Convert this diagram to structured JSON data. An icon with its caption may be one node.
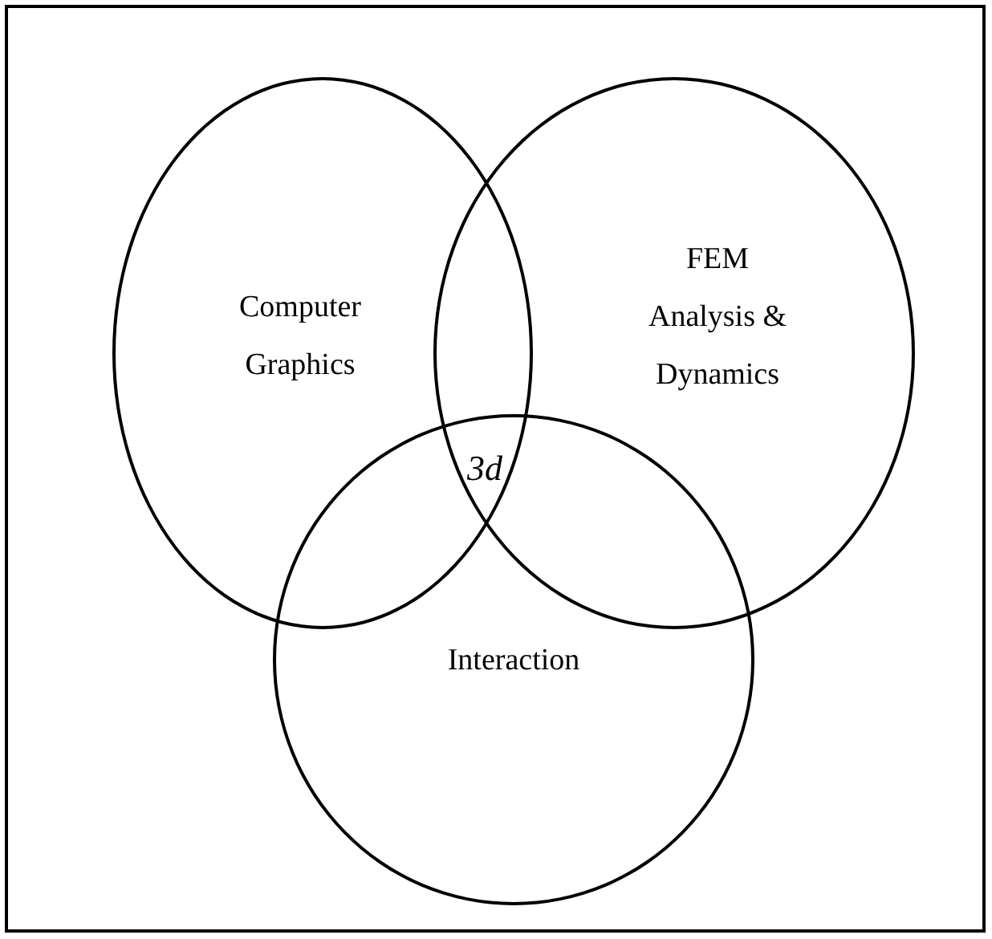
{
  "diagram": {
    "nodes": [
      {
        "text": [
          "Computer Graphics"
        ]
      },
      {
        "text": [
          "FEM Analysis & Dynamics"
        ]
      },
      {
        "text": [
          "Interaction"
        ]
      }
    ],
    "labels": [
      "3d"
    ]
  }
}
